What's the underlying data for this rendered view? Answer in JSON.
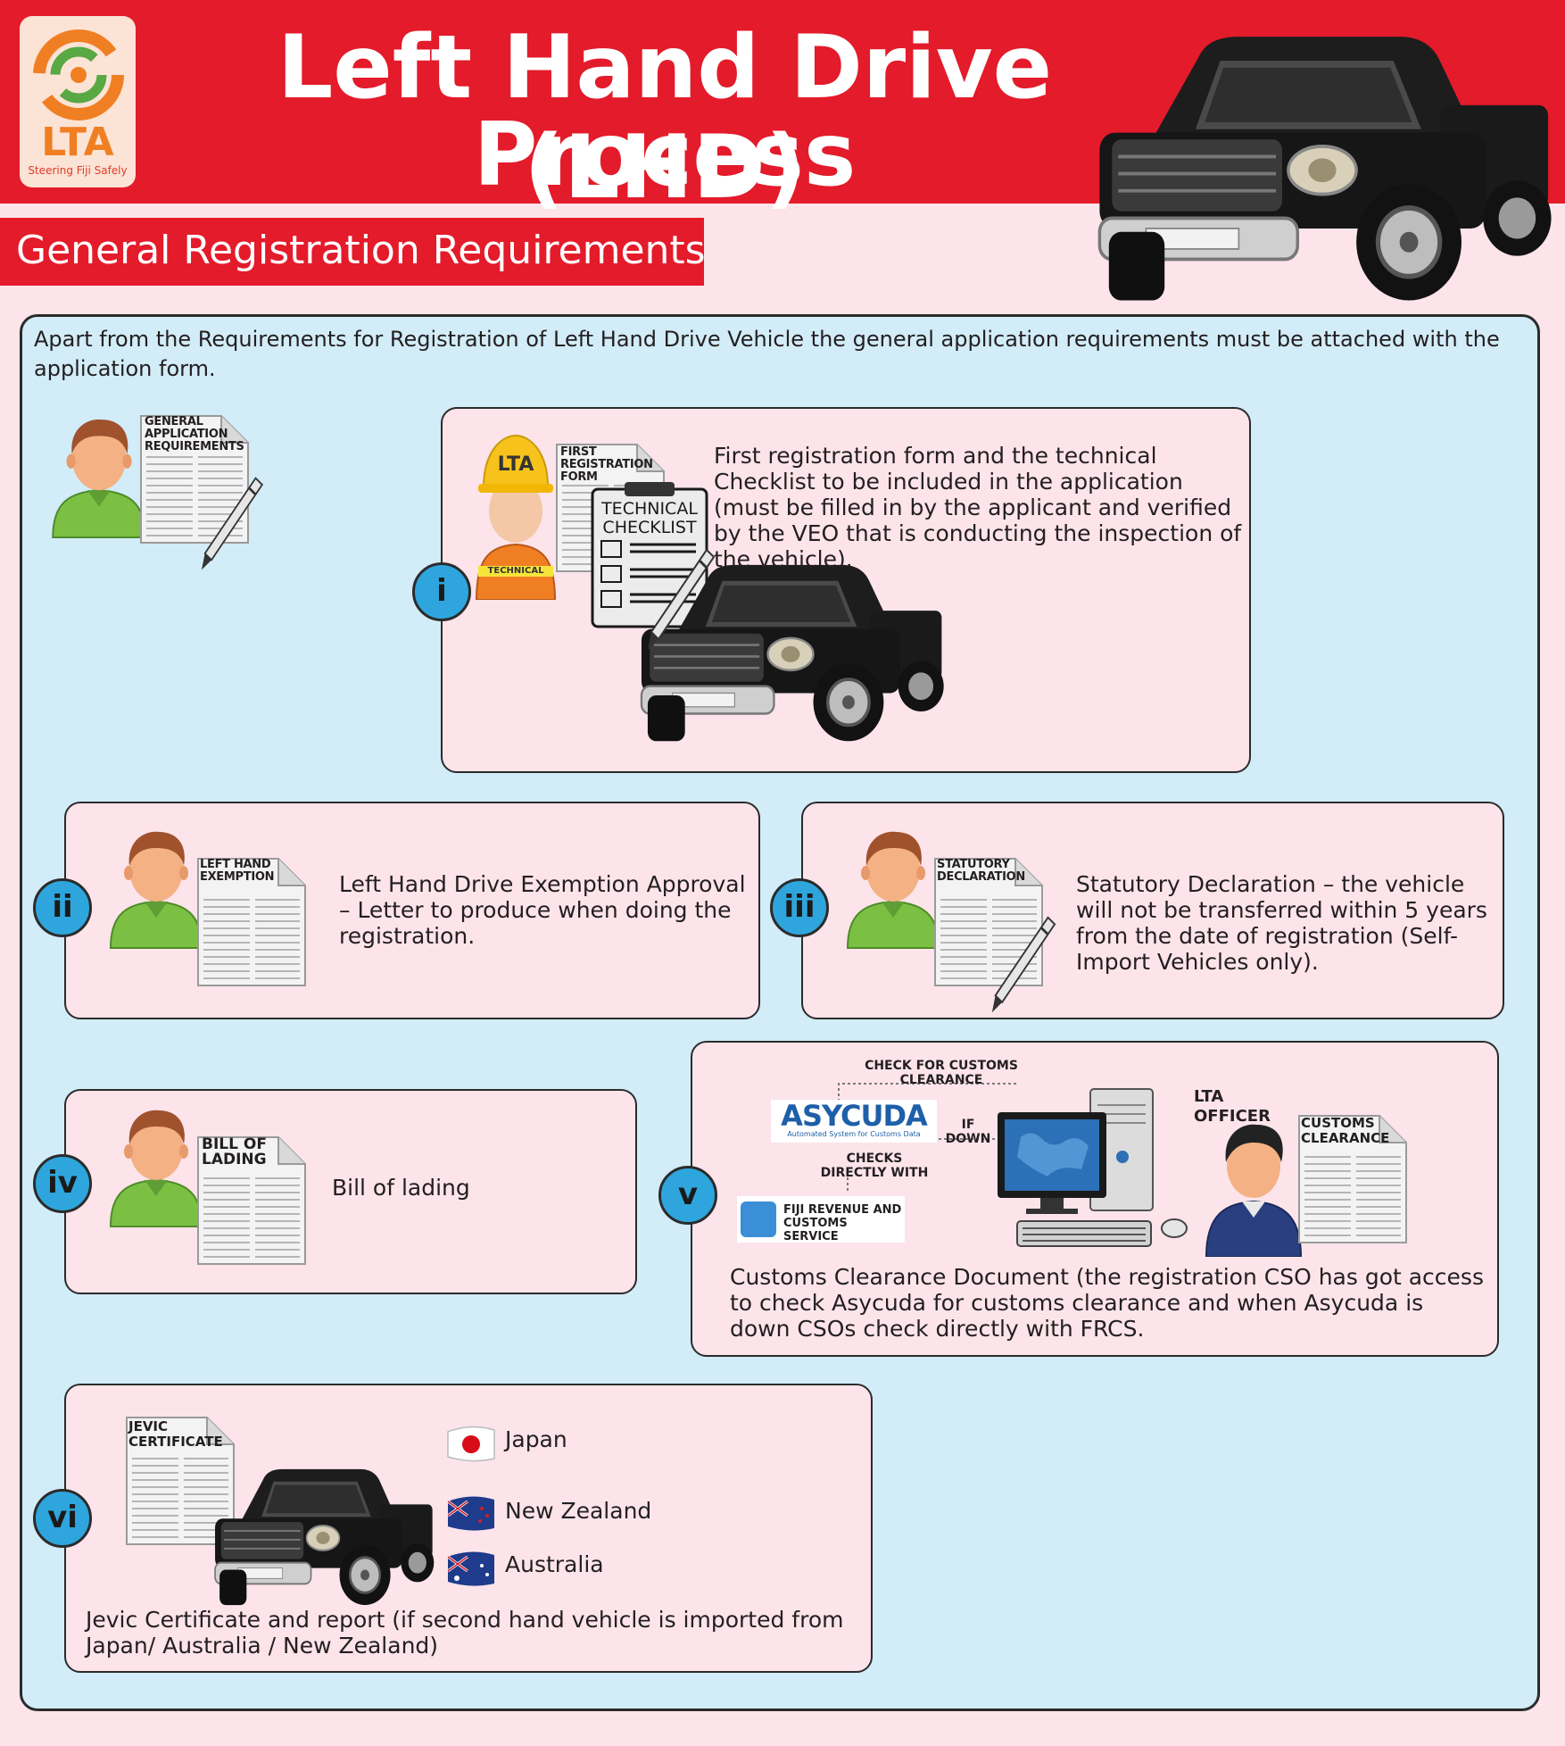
{
  "header": {
    "title_line1": "Left Hand Drive (LHD)",
    "title_line2": "Process",
    "logo_text": "LTA",
    "logo_tagline": "Steering Fiji Safely"
  },
  "subtitle": "General Registration Requirements",
  "intro": "Apart from the Requirements for Registration of Left Hand Drive Vehicle the general application requirements must be attached with the application form.",
  "general_doc_label": "GENERAL APPLICATION REQUIREMENTS",
  "items": [
    {
      "numeral": "i",
      "text": "First registration form and the technical Checklist to be included in the application (must be filled in by the applicant and verified by the VEO that is conducting the inspection of the vehicle).",
      "helmet_label": "LTA",
      "vest_label": "TECHNICAL",
      "doc_label": "FIRST REGISTRATION FORM",
      "clipboard_label": "TECHNICAL CHECKLIST"
    },
    {
      "numeral": "ii",
      "text": "Left Hand Drive Exemption Approval – Letter to produce when doing the registration.",
      "doc_label": "LEFT HAND EXEMPTION"
    },
    {
      "numeral": "iii",
      "text": "Statutory Declaration – the vehicle will not be transferred within 5 years from the date of registration (Self-Import Vehicles only).",
      "doc_label": "STATUTORY DECLARATION"
    },
    {
      "numeral": "iv",
      "text": "Bill of lading",
      "doc_label": "BILL OF LADING"
    },
    {
      "numeral": "v",
      "text": "Customs Clearance Document (the registration CSO has got access to check Asycuda for customs clearance and when Asycuda is down CSOs check directly with FRCS.",
      "check_for_label": "CHECK FOR CUSTOMS CLEARANCE",
      "if_down_label": "IF DOWN",
      "checks_directly_label": "CHECKS DIRECTLY WITH",
      "asycuda_name": "ASYCUDA",
      "asycuda_sub": "Automated System for Customs Data",
      "frcs_name": "FIJI REVENUE AND CUSTOMS SERVICE",
      "officer_label": "LTA OFFICER",
      "doc_label": "CUSTOMS CLEARANCE"
    },
    {
      "numeral": "vi",
      "text": "Jevic Certificate and report (if second hand vehicle is imported from Japan/ Australia / New Zealand)",
      "doc_label": "JEVIC CERTIFICATE",
      "countries": [
        "Japan",
        "New Zealand",
        "Australia"
      ]
    }
  ],
  "colors": {
    "banner_red": "#e31b2a",
    "background_pink": "#fce4ea",
    "panel_blue": "#d2ecf8",
    "badge_blue": "#2ea6dd"
  }
}
